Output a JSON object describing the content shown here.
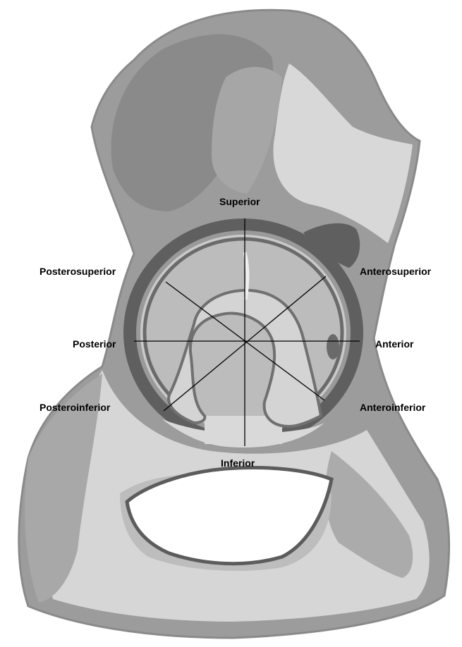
{
  "labels": {
    "superior": "Superior",
    "posterosuperior": "Posterosuperior",
    "anterosuperior": "Anterosuperior",
    "posterior": "Posterior",
    "anterior": "Anterior",
    "posteroinferior": "Posteroinferior",
    "anteroinferior": "Anteroinferior",
    "inferior": "Inferior"
  },
  "colors": {
    "background": "#ffffff",
    "bone_light": "#d8d8d8",
    "bone_mid": "#b8b8b8",
    "bone_dark": "#8a8a8a",
    "rim_dark": "#5c5c5c",
    "socket_fill": "#c4c4c4",
    "fossa_fill": "#d9d9d9",
    "foramen": "#ffffff",
    "guide_lines": "#000000"
  }
}
